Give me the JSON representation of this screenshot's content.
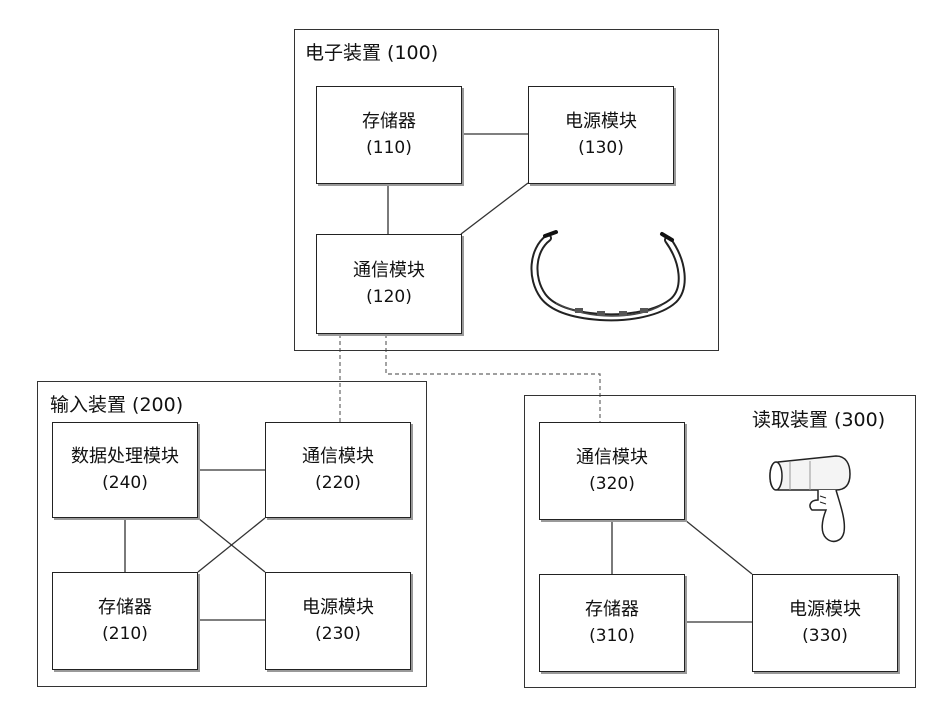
{
  "devices": {
    "electronic": {
      "title": "电子装置 (100)",
      "memory": {
        "name": "存储器",
        "num": "(110)"
      },
      "comm": {
        "name": "通信模块",
        "num": "(120)"
      },
      "power": {
        "name": "电源模块",
        "num": "(130)"
      },
      "icon": "smart-glasses-icon"
    },
    "input": {
      "title": "输入装置 (200)",
      "dataproc": {
        "name": "数据处理模块",
        "num": "(240)"
      },
      "comm": {
        "name": "通信模块",
        "num": "(220)"
      },
      "memory": {
        "name": "存储器",
        "num": "(210)"
      },
      "power": {
        "name": "电源模块",
        "num": "(230)"
      }
    },
    "reader": {
      "title": "读取装置 (300)",
      "comm": {
        "name": "通信模块",
        "num": "(320)"
      },
      "memory": {
        "name": "存储器",
        "num": "(310)"
      },
      "power": {
        "name": "电源模块",
        "num": "(330)"
      },
      "icon": "handheld-scanner-icon"
    }
  },
  "colors": {
    "stroke": "#222222",
    "dashed": "#666666",
    "background": "#ffffff"
  }
}
